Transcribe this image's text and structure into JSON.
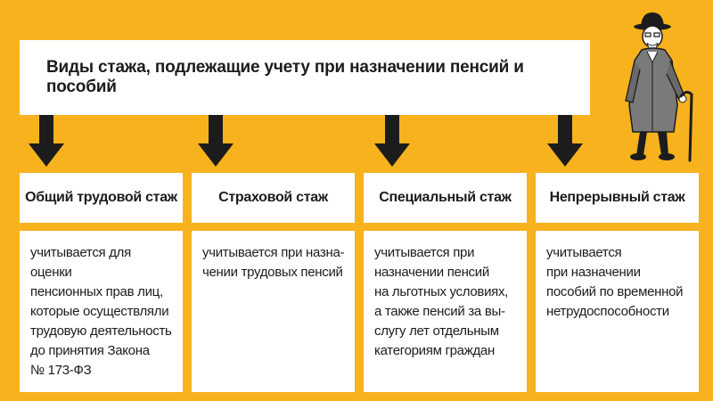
{
  "title": "Виды стажа, подлежащие учету при назначении пенсий и пособий",
  "columns": [
    {
      "heading": "Общий трудовой стаж",
      "body": "учитывается для оценки\nпенсионных прав лиц,\nкоторые осуществляли\nтрудовую деятельность\nдо принятия Закона\n№ 173-ФЗ"
    },
    {
      "heading": "Страховой стаж",
      "body": "учитывается при назна-\nчении трудовых пенсий"
    },
    {
      "heading": "Специальный стаж",
      "body": "учитывается при\nназначении пенсий\nна льготных условиях,\nа также пенсий за вы-\nслугу лет отдельным\nкатегориям граждан"
    },
    {
      "heading": "Непрерывный стаж",
      "body": "учитывается\nпри назначении\nпособий по временной\nнетрудоспособности"
    }
  ],
  "colors": {
    "background": "#f7b21e",
    "box": "#ffffff",
    "arrow": "#1c1c1c",
    "text": "#1c1c1c"
  },
  "icons": {
    "arrow": "arrow-down-icon",
    "figure": "elderly-man-with-cane-illustration"
  }
}
